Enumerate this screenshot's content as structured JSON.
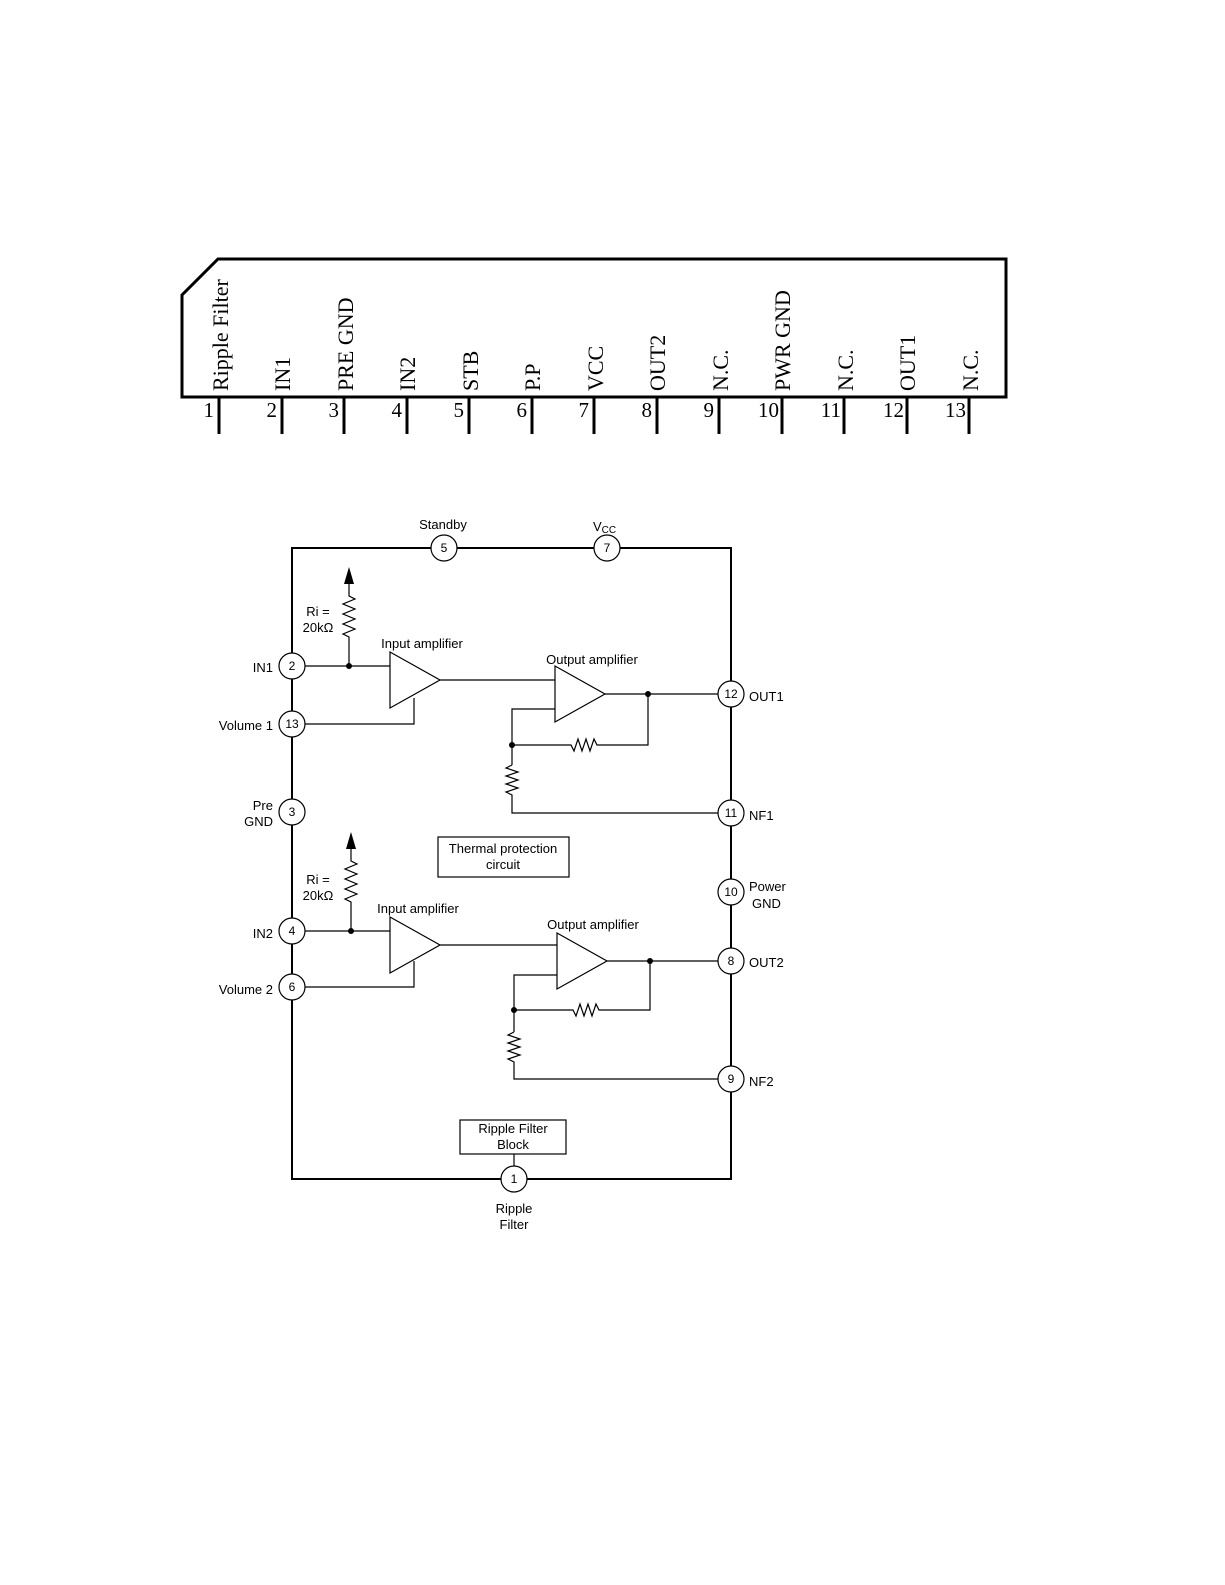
{
  "package": {
    "pins": [
      {
        "num": "1",
        "name": "Ripple Filter"
      },
      {
        "num": "2",
        "name": "IN1"
      },
      {
        "num": "3",
        "name": "PRE GND"
      },
      {
        "num": "4",
        "name": "IN2"
      },
      {
        "num": "5",
        "name": "STB"
      },
      {
        "num": "6",
        "name": "P.P"
      },
      {
        "num": "7",
        "name": "VCC"
      },
      {
        "num": "8",
        "name": "OUT2"
      },
      {
        "num": "9",
        "name": "N.C."
      },
      {
        "num": "10",
        "name": "PWR GND"
      },
      {
        "num": "11",
        "name": "N.C."
      },
      {
        "num": "12",
        "name": "OUT1"
      },
      {
        "num": "13",
        "name": "N.C."
      }
    ]
  },
  "block": {
    "pins": {
      "p5": {
        "num": "5",
        "label": "Standby"
      },
      "p7": {
        "num": "7",
        "label_main": "V",
        "label_sub": "CC"
      },
      "p2": {
        "num": "2",
        "label": "IN1"
      },
      "p13": {
        "num": "13",
        "label": "Volume 1"
      },
      "p3": {
        "num": "3",
        "label_line1": "Pre",
        "label_line2": "GND"
      },
      "p4": {
        "num": "4",
        "label": "IN2"
      },
      "p6": {
        "num": "6",
        "label": "Volume 2"
      },
      "p12": {
        "num": "12",
        "label": "OUT1"
      },
      "p11": {
        "num": "11",
        "label": "NF1"
      },
      "p10": {
        "num": "10",
        "label_line1": "Power",
        "label_line2": "GND"
      },
      "p8": {
        "num": "8",
        "label": "OUT2"
      },
      "p9": {
        "num": "9",
        "label": "NF2"
      },
      "p1": {
        "num": "1",
        "label_line1": "Ripple",
        "label_line2": "Filter"
      }
    },
    "ri_line1": "Ri =",
    "ri_line2": "20kΩ",
    "input_amp": "Input amplifier",
    "output_amp": "Output amplifier",
    "thermal_line1": "Thermal protection",
    "thermal_line2": "circuit",
    "ripple_block_line1": "Ripple Filter",
    "ripple_block_line2": "Block"
  }
}
